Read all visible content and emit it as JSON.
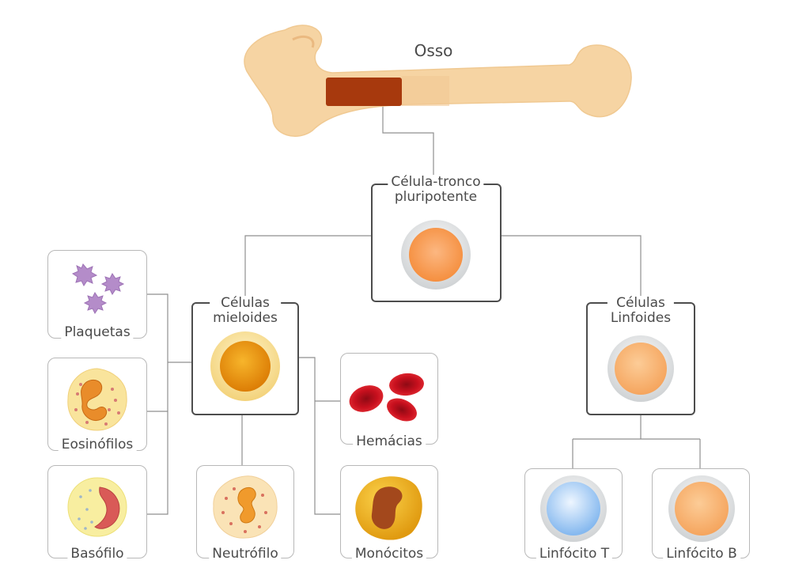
{
  "bone": {
    "label": "Osso"
  },
  "stem": {
    "label": "Célula-tronco\npluripotente"
  },
  "myeloid": {
    "label": "Células\nmieloides"
  },
  "lymphoid": {
    "label": "Células\nLinfoides"
  },
  "cells": {
    "platelets": "Plaquetas",
    "eosinophils": "Eosinófilos",
    "basophil": "Basófilo",
    "neutrophil": "Neutrófilo",
    "red_cells": "Hemácias",
    "monocytes": "Monócitos",
    "t_cell": "Linfócito T",
    "b_cell": "Linfócito B"
  },
  "colors": {
    "bone": "#f6d4a3",
    "marrow": "#a7390d",
    "stem_cell": "#f7a25d",
    "myeloid_cell": "#e99a10",
    "lymphoid_cell": "#f8b97c",
    "t_cell": "#a9d0f5",
    "red_cell": "#c8101e",
    "platelet": "#b48cc9"
  }
}
